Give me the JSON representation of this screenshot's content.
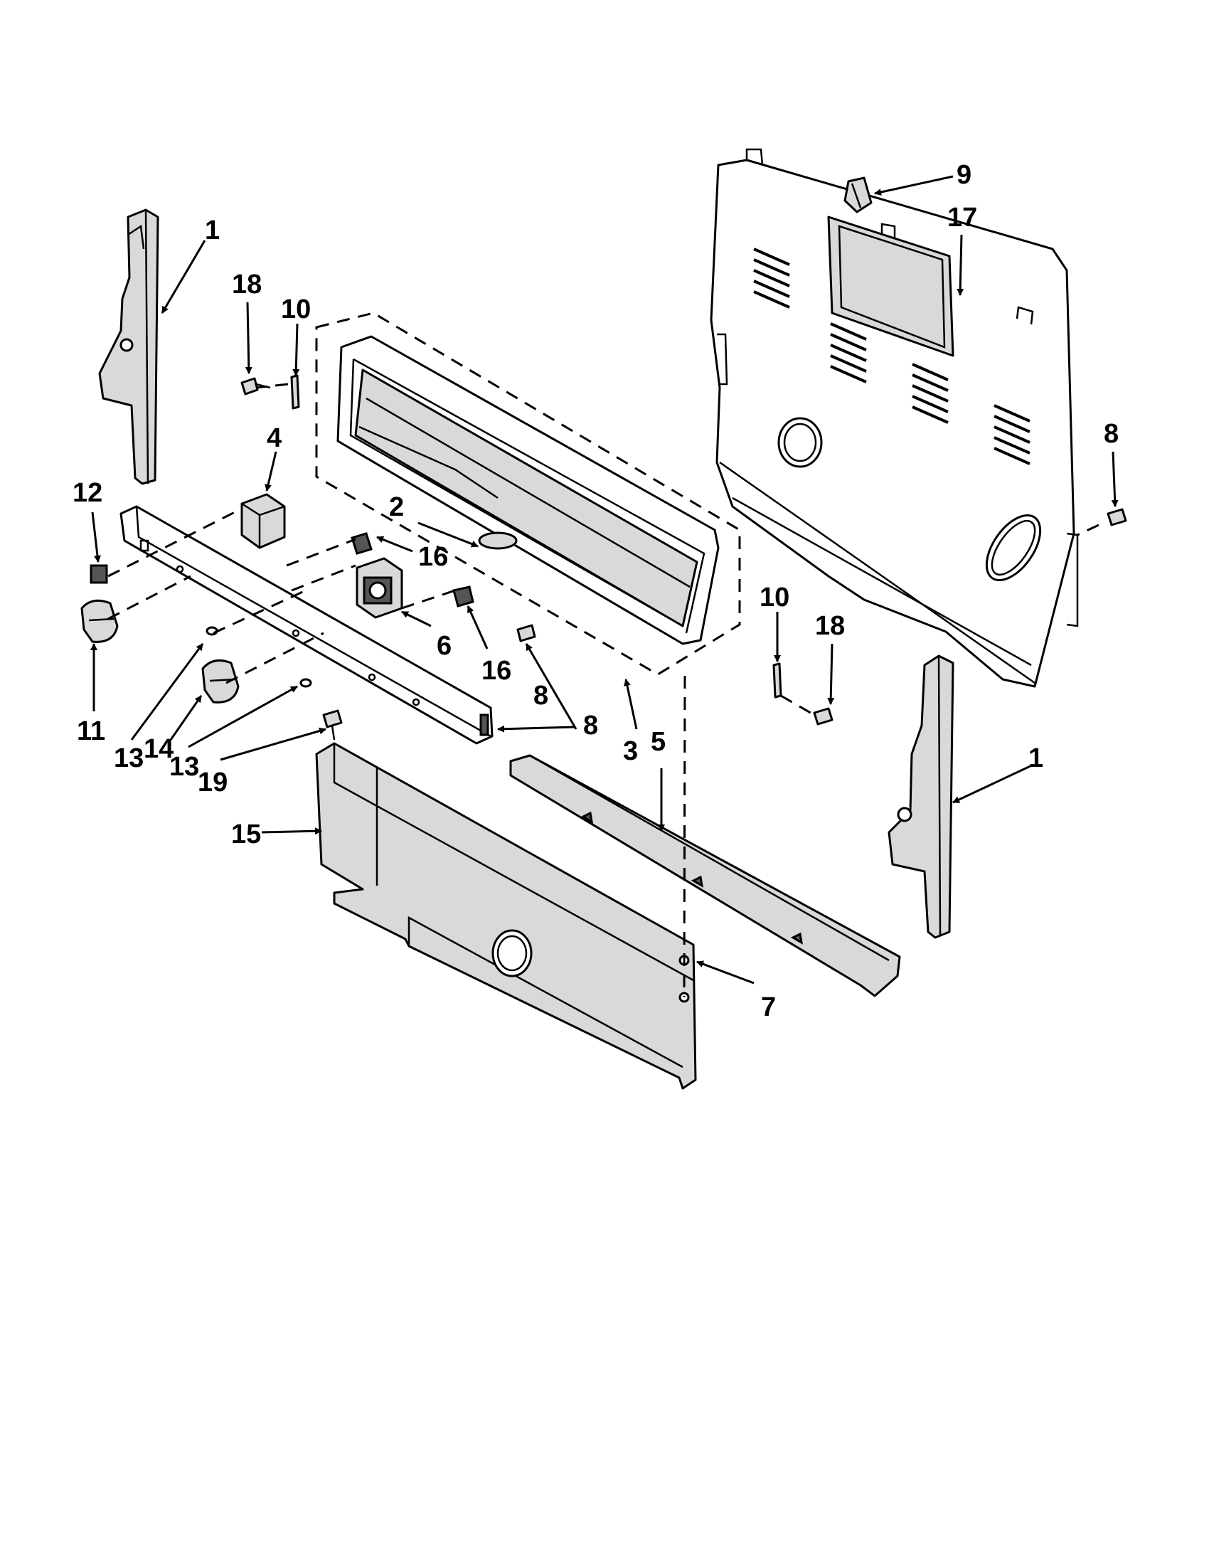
{
  "callouts": [
    {
      "id": "c1a",
      "label": "1"
    },
    {
      "id": "c1b",
      "label": "1"
    },
    {
      "id": "c2",
      "label": "2"
    },
    {
      "id": "c3",
      "label": "3"
    },
    {
      "id": "c4",
      "label": "4"
    },
    {
      "id": "c5",
      "label": "5"
    },
    {
      "id": "c6",
      "label": "6"
    },
    {
      "id": "c7",
      "label": "7"
    },
    {
      "id": "c8a",
      "label": "8"
    },
    {
      "id": "c8b",
      "label": "8"
    },
    {
      "id": "c8c",
      "label": "8"
    },
    {
      "id": "c9",
      "label": "9"
    },
    {
      "id": "c10a",
      "label": "10"
    },
    {
      "id": "c10b",
      "label": "10"
    },
    {
      "id": "c11",
      "label": "11"
    },
    {
      "id": "c12",
      "label": "12"
    },
    {
      "id": "c13a",
      "label": "13"
    },
    {
      "id": "c13b",
      "label": "13"
    },
    {
      "id": "c14",
      "label": "14"
    },
    {
      "id": "c15",
      "label": "15"
    },
    {
      "id": "c16a",
      "label": "16"
    },
    {
      "id": "c16b",
      "label": "16"
    },
    {
      "id": "c17",
      "label": "17"
    },
    {
      "id": "c18a",
      "label": "18"
    },
    {
      "id": "c18b",
      "label": "18"
    },
    {
      "id": "c19",
      "label": "19"
    }
  ]
}
